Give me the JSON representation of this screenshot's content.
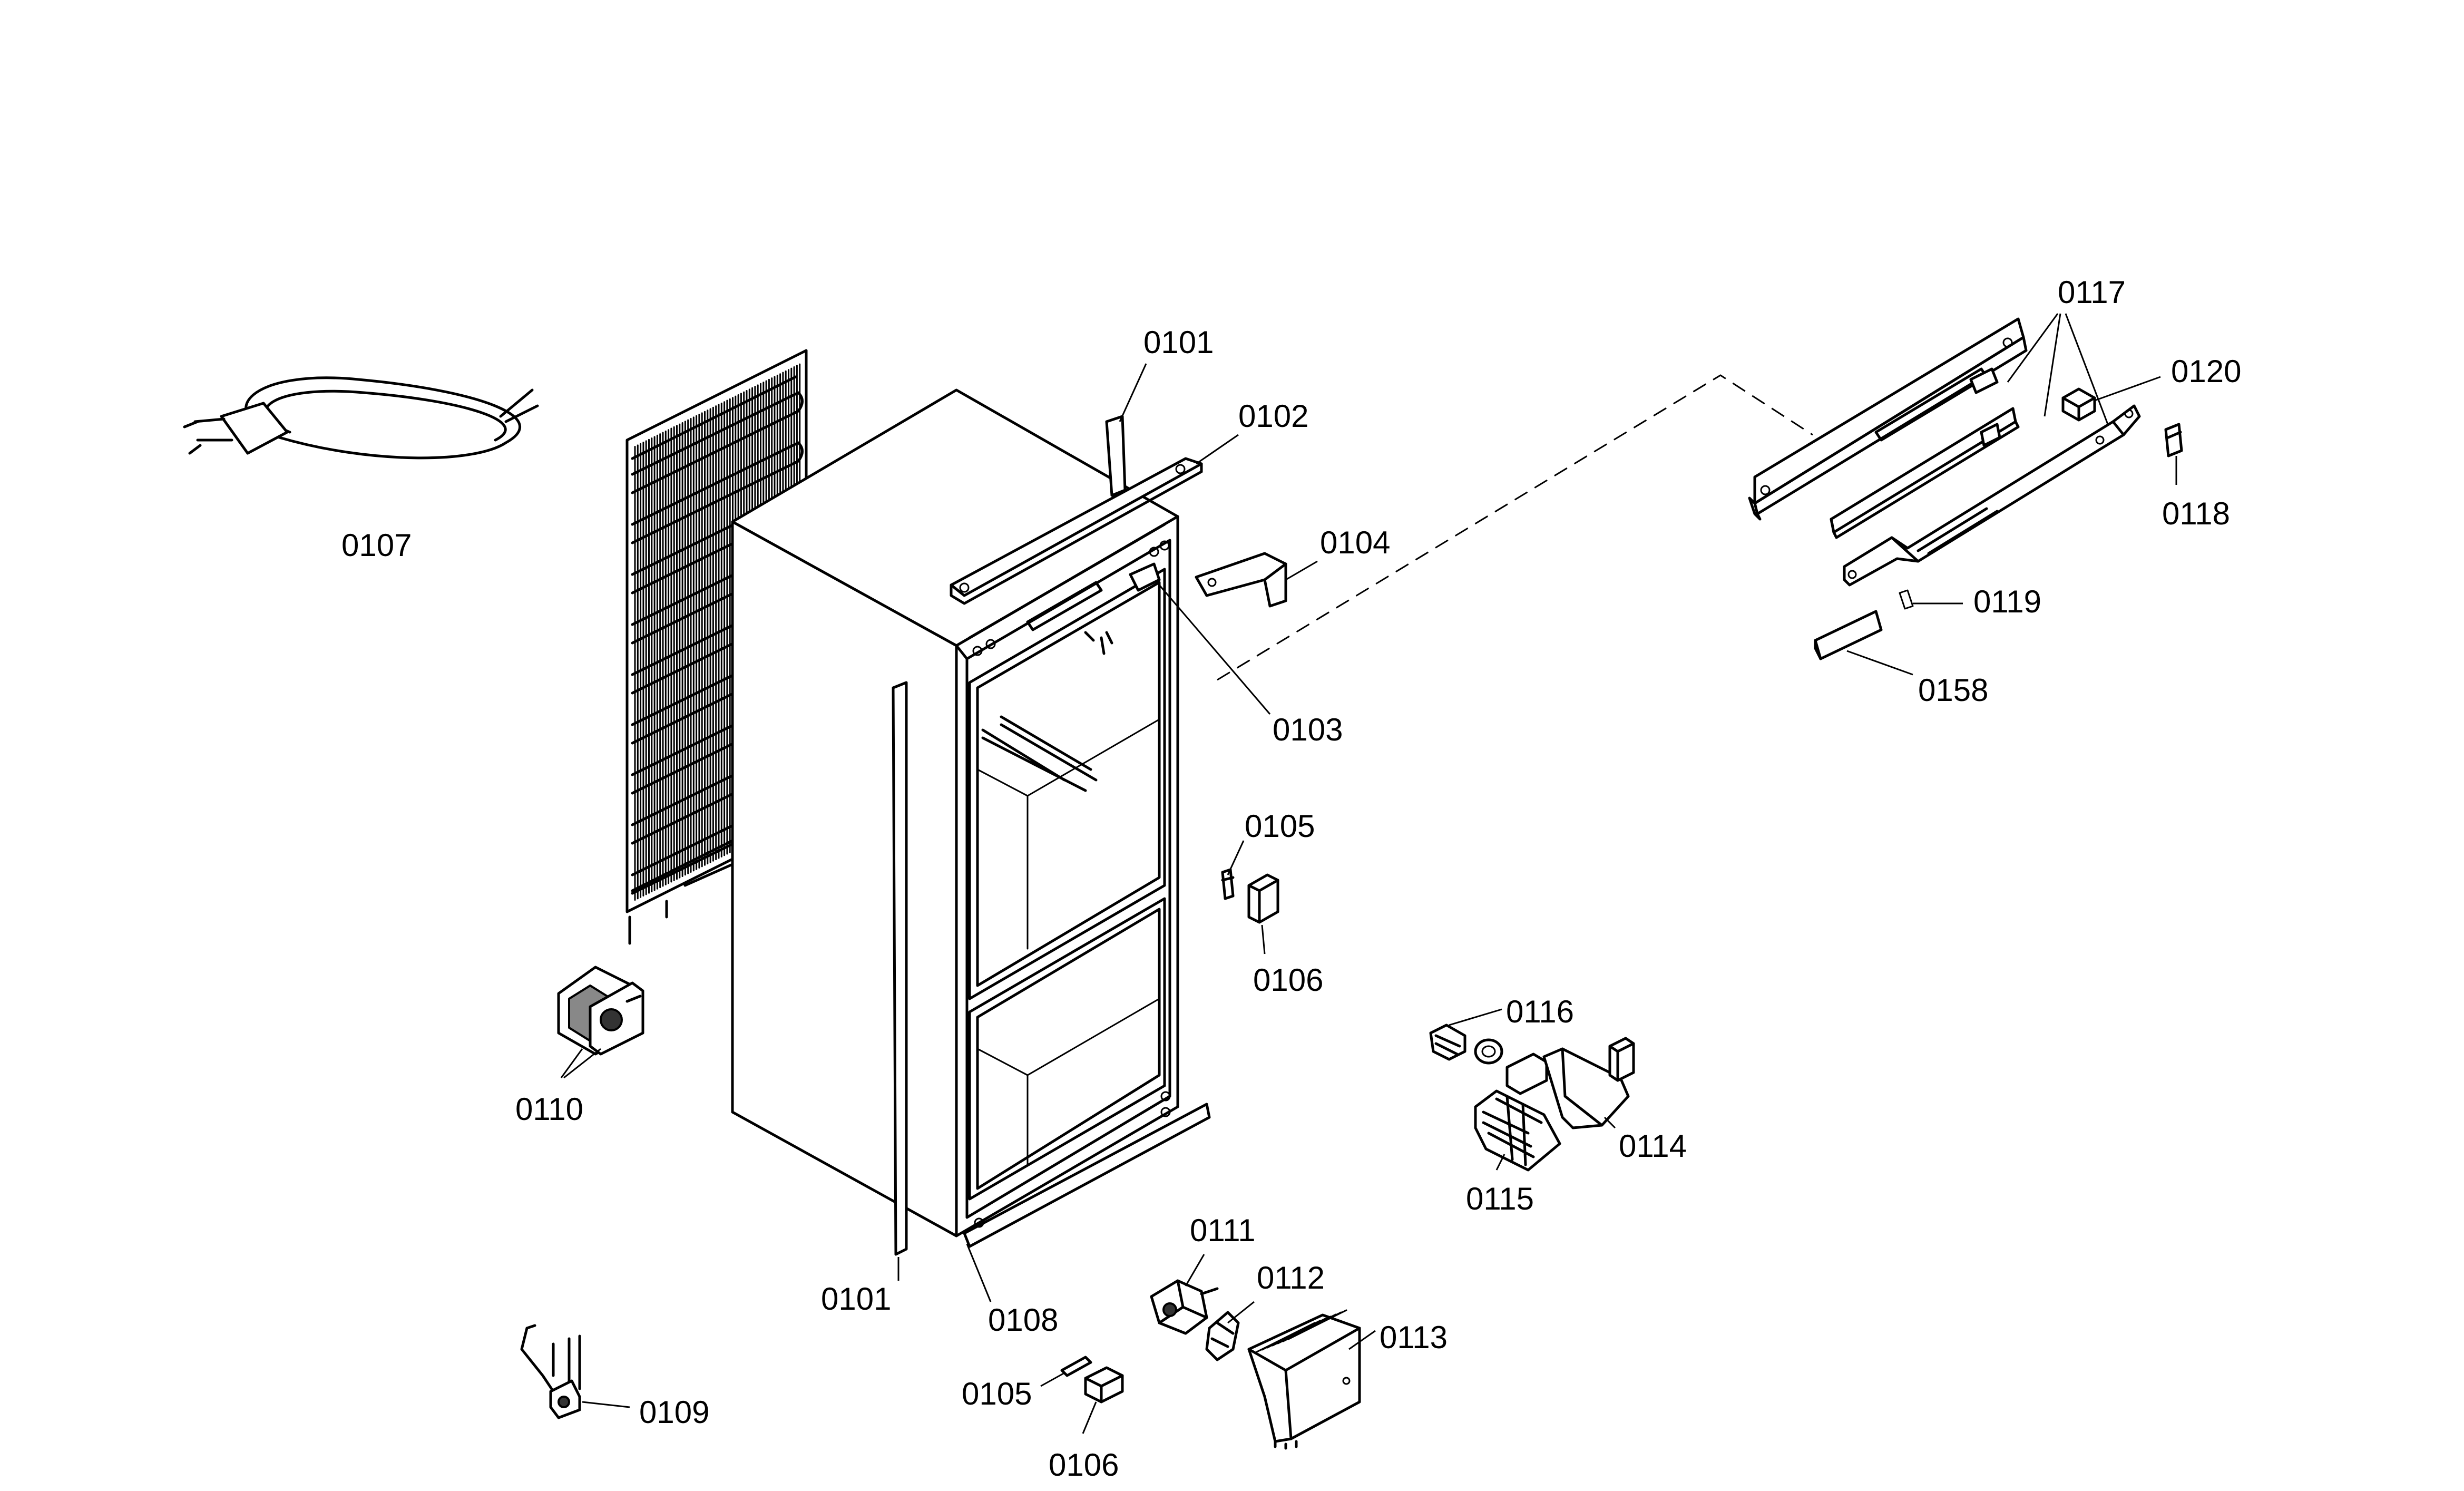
{
  "labels": {
    "p0101a": "0101",
    "p0102": "0102",
    "p0104": "0104",
    "p0103": "0103",
    "p0107": "0107",
    "p0105a": "0105",
    "p0106a": "0106",
    "p0110": "0110",
    "p0101b": "0101",
    "p0108": "0108",
    "p0111": "0111",
    "p0112": "0112",
    "p0113": "0113",
    "p0105b": "0105",
    "p0106b": "0106",
    "p0109": "0109",
    "p0116": "0116",
    "p0114": "0114",
    "p0115": "0115",
    "p0117": "0117",
    "p0120": "0120",
    "p0118": "0118",
    "p0119": "0119",
    "p0158": "0158"
  }
}
